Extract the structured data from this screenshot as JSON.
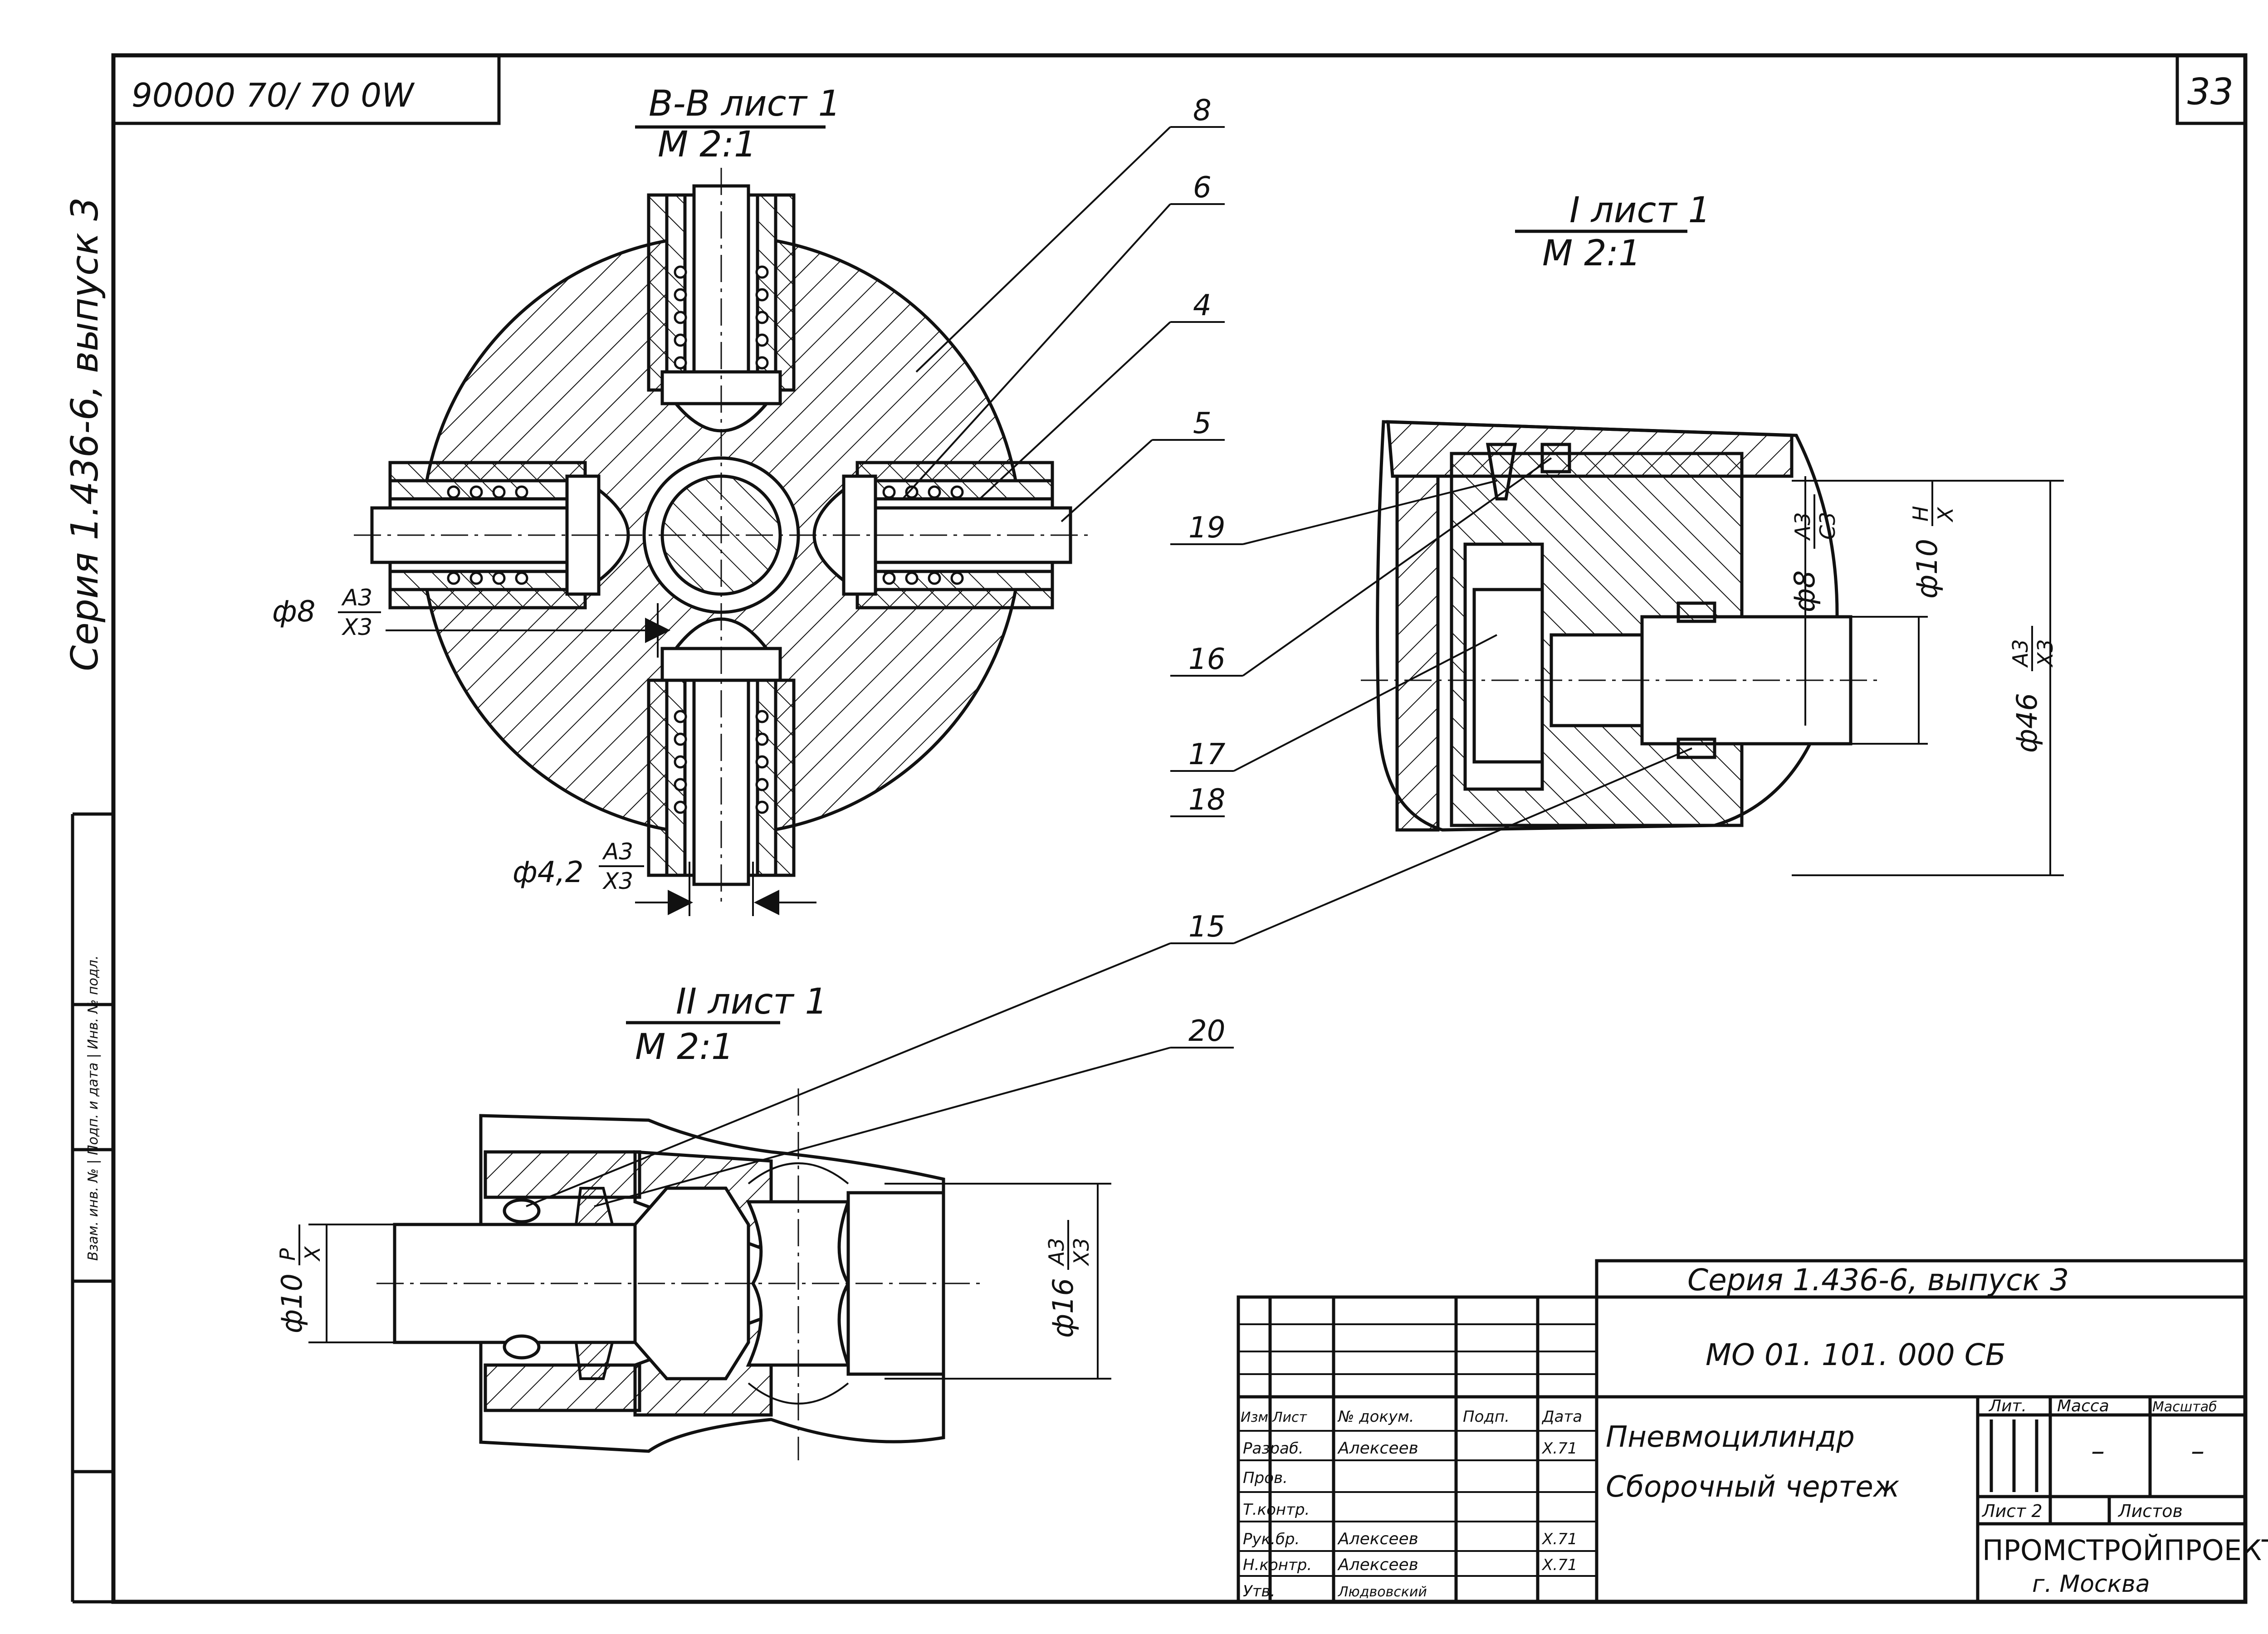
{
  "stamp": {
    "code_top_left": "90000 70/ 70 0W",
    "sheet_number": "33"
  },
  "side_text": {
    "series": "Серия 1.436-6, выпуск 3"
  },
  "section_bb": {
    "title": "В-В лист 1",
    "scale": "М 2:1"
  },
  "view_I": {
    "title": "I  лист 1",
    "scale": "М 2:1"
  },
  "view_II": {
    "title": "II  лист 1",
    "scale": "М 2:1"
  },
  "callouts": [
    "8",
    "6",
    "4",
    "5",
    "19",
    "16",
    "17",
    "18",
    "15",
    "20"
  ],
  "dimensions": {
    "d8_main": {
      "prefix": "ф8",
      "num": "А3",
      "den": "Х3"
    },
    "d42": {
      "prefix": "ф4,2",
      "num": "А3",
      "den": "Х3"
    },
    "d8_view": {
      "prefix": "ф8",
      "num": "А3",
      "den": "С3"
    },
    "d10_view": {
      "prefix": "ф10",
      "num": "Н",
      "den": "Х"
    },
    "d46": {
      "prefix": "ф46",
      "num": "А3",
      "den": "Х3"
    },
    "d10_left": {
      "prefix": "ф10",
      "num": "Р",
      "den": "Х"
    },
    "d16": {
      "prefix": "ф16",
      "num": "А3",
      "den": "Х3"
    }
  },
  "title_block": {
    "series": "Серия 1.436-6, выпуск 3",
    "designation": "МО 01. 101. 000 СБ",
    "name_line1": "Пневмоцилиндр",
    "name_line2": "Сборочный чертеж",
    "headers": {
      "izm": "Изм.",
      "list": "Лист",
      "doc": "№ докум.",
      "sign": "Подп.",
      "date": "Дата"
    },
    "rows": [
      {
        "role": "Разраб.",
        "name": "Алексеев",
        "date": "Х.71"
      },
      {
        "role": "Пров.",
        "name": "",
        "date": ""
      },
      {
        "role": "Т.контр.",
        "name": "",
        "date": ""
      },
      {
        "role": "Рук.бр.",
        "name": "Алексеев",
        "date": "Х.71"
      },
      {
        "role": "Н.контр.",
        "name": "Алексеев",
        "date": "Х.71"
      },
      {
        "role": "Утв.",
        "name": "Людвовский",
        "date": ""
      }
    ],
    "lit_label": "Лит.",
    "mass_label": "Масса",
    "scale_label": "Масштаб",
    "mass_value": "–",
    "scale_value": "–",
    "sheet_label": "Лист 2",
    "sheets_label": "Листов",
    "org": "ПРОМСТРОЙПРОЕКТ",
    "city": "г. Москва"
  },
  "left_strip": {
    "label": "Взам. инв. № | Подп. и дата | Инв. № подл."
  }
}
